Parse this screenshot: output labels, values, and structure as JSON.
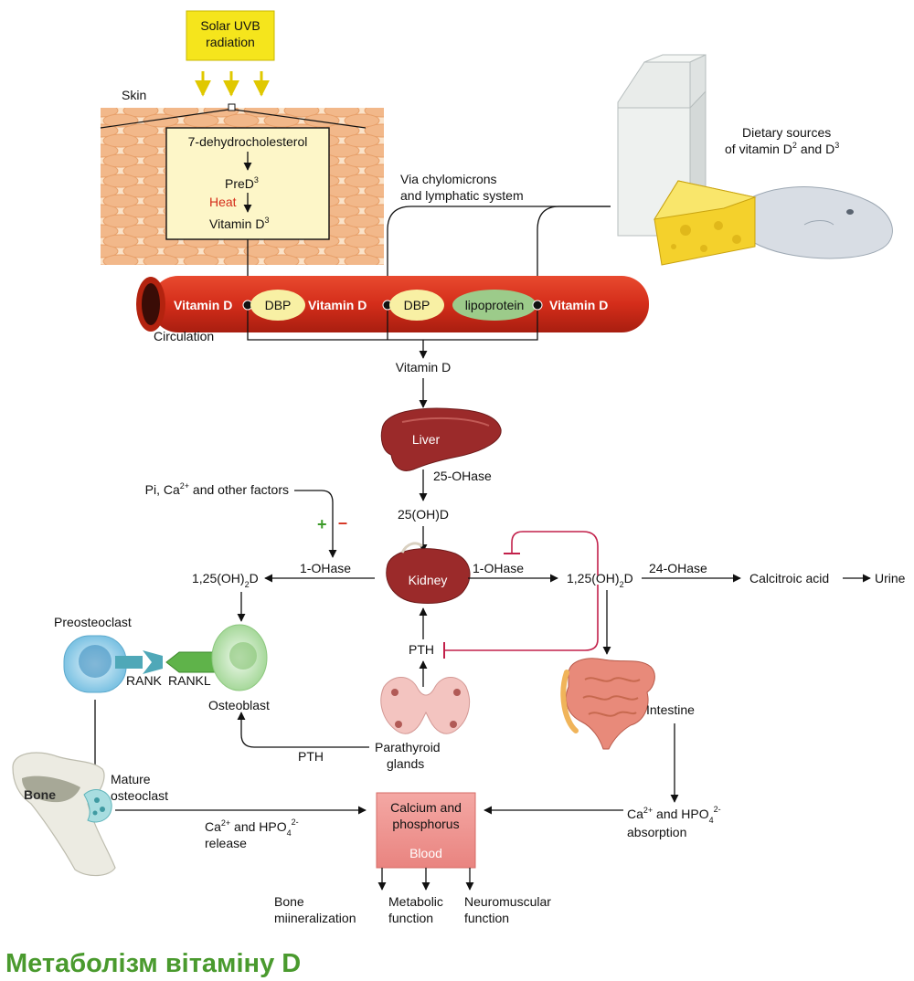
{
  "source": {
    "label_line1": "Solar UVB",
    "label_line2": "radiation"
  },
  "skin": {
    "label": "Skin",
    "step1": "7-dehydrocholesterol",
    "step2_base": "PreD",
    "step2_sup": "3",
    "heat": "Heat",
    "step3_base": "Vitamin D",
    "step3_sup": "3"
  },
  "dietary": {
    "line1": "Dietary sources",
    "line2_base": "of vitamin D",
    "sup1": "2",
    "line2_mid": " and D",
    "sup2": "3"
  },
  "chylo": {
    "line1": "Via chylomicrons",
    "line2": "and lymphatic system"
  },
  "circulation": {
    "label": "Circulation",
    "vitd1": "Vitamin D",
    "dbp1": "DBP",
    "vitd2": "Vitamin D",
    "dbp2": "DBP",
    "lipoprotein": "lipoprotein",
    "vitd3": "Vitamin D"
  },
  "vitd_below": "Vitamin D",
  "liver": {
    "label": "Liver",
    "enzyme": "25-OHase",
    "product": "25(OH)D"
  },
  "factors": {
    "base": "Pi, Ca",
    "sup": "2+",
    "rest": " and other factors",
    "plus": "+",
    "minus": "–"
  },
  "kidney": {
    "label": "Kidney",
    "left_enzyme": "1-OHase",
    "right_enzyme": "1-OHase"
  },
  "calcitriol_left": {
    "base": "1,25(OH)",
    "sub": "2",
    "end": "D"
  },
  "calcitriol_right": {
    "base": "1,25(OH)",
    "sub": "2",
    "end": "D"
  },
  "catabolism": {
    "enzyme": "24-OHase",
    "product": "Calcitroic acid",
    "excretion": "Urine"
  },
  "pth_up": "PTH",
  "pth_left": "PTH",
  "parathyroid": {
    "line1": "Parathyroid",
    "line2": "glands"
  },
  "intestine": {
    "label": "Intestine"
  },
  "absorption": {
    "ca": "Ca",
    "ca_sup": "2+",
    "mid": " and HPO",
    "sub": "4",
    "sup": "2-",
    "line2": "absorption"
  },
  "release": {
    "ca": "Ca",
    "ca_sup": "2+",
    "mid": " and HPO",
    "sub": "4",
    "sup": "2-",
    "line2": "release"
  },
  "cells": {
    "preosteoclast": "Preosteoclast",
    "rank": "RANK",
    "rankl": "RANKL",
    "osteoblast": "Osteoblast",
    "mature1": "Mature",
    "mature2": "osteoclast",
    "bone": "Bone"
  },
  "blood": {
    "line1": "Calcium and",
    "line2": "phosphorus",
    "label": "Blood"
  },
  "outcomes": {
    "o1_line1": "Bone",
    "o1_line2": "miineralization",
    "o2_line1": "Metabolic",
    "o2_line2": "function",
    "o3_line1": "Neuromuscular",
    "o3_line2": "function"
  },
  "caption": "Метаболізм вітаміну D",
  "colors": {
    "caption": "#4a9a2e",
    "vessel": "#d42d1a",
    "inhibition": "#c2204a",
    "heat": "#d42d1a",
    "sun_box": "#f5e51c"
  }
}
